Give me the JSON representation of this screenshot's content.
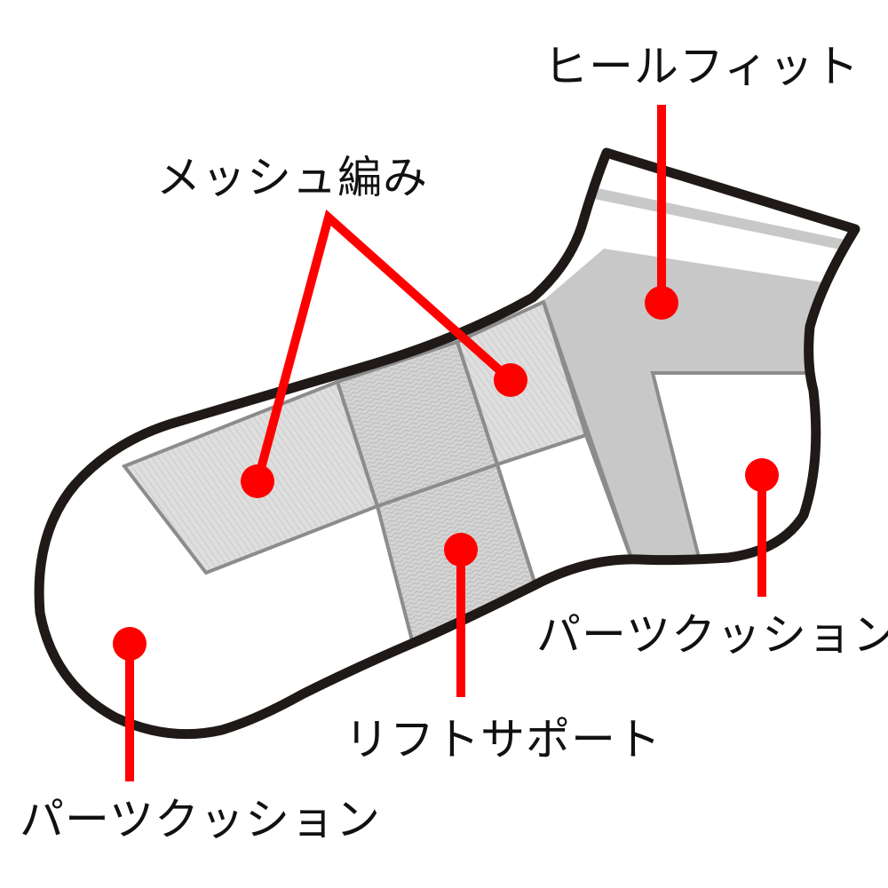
{
  "title": "Sock feature diagram",
  "colors": {
    "outline": "#1f1a17",
    "callout": "#ff0000",
    "panel_gray": "#c8c8c9",
    "panel_line": "#8c8c8c",
    "mesh_light": "#dcdcdc",
    "mesh_dark": "#cfcfcf",
    "background": "#ffffff"
  },
  "labels": {
    "heel_fit": "ヒールフィット",
    "mesh_knit": "メッシュ編み",
    "parts_cushion_heel": "パーツクッション",
    "lift_support": "リフトサポート",
    "parts_cushion_toe": "パーツクッション"
  },
  "callouts": [
    {
      "id": "heel_fit",
      "dot": [
        745,
        341
      ],
      "line_end": [
        745,
        118
      ]
    },
    {
      "id": "mesh_knit_toe",
      "dot": [
        290,
        542
      ],
      "line_end": [
        370,
        245
      ]
    },
    {
      "id": "mesh_knit_instep",
      "dot": [
        575,
        428
      ],
      "line_end": [
        370,
        245
      ]
    },
    {
      "id": "parts_cushion_heel",
      "dot": [
        858,
        535
      ],
      "line_end": [
        858,
        672
      ]
    },
    {
      "id": "lift_support",
      "dot": [
        519,
        619
      ],
      "line_end": [
        519,
        785
      ]
    },
    {
      "id": "parts_cushion_toe",
      "dot": [
        146,
        725
      ],
      "line_end": [
        146,
        880
      ]
    }
  ]
}
